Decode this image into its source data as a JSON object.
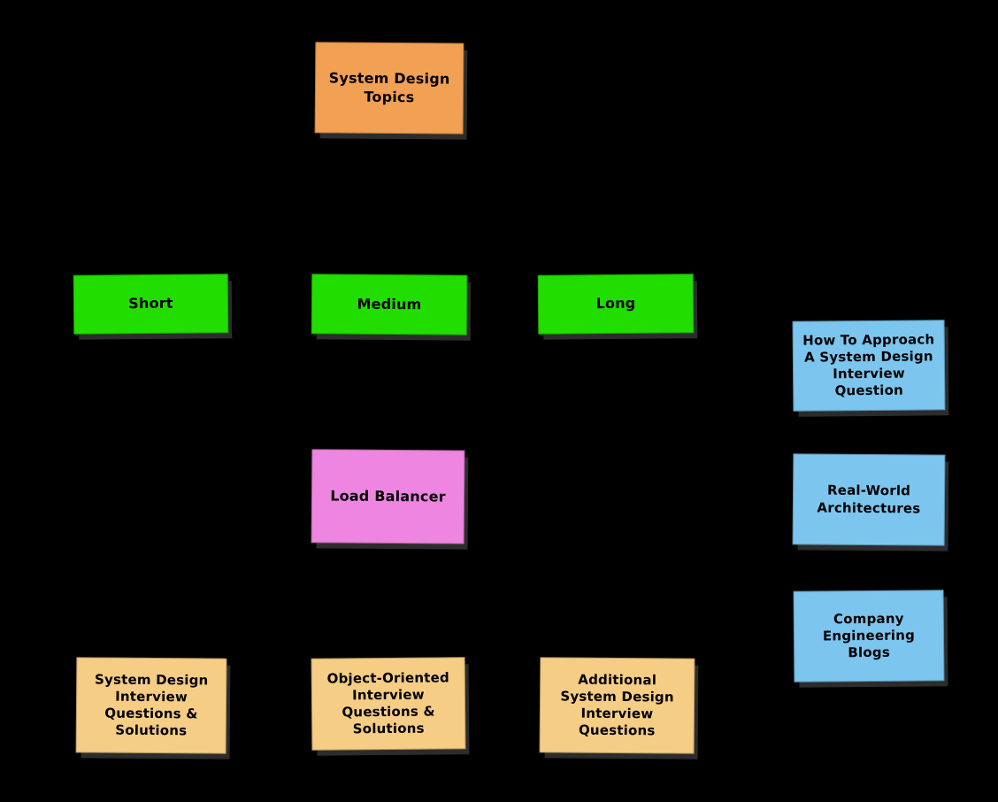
{
  "canvas": {
    "background": "#000000"
  },
  "colors": {
    "topic": "#f2a154",
    "duration": "#22dd00",
    "component": "#ee85e0",
    "guide": "#7cc5ee",
    "questions": "#f6cd85",
    "text": "#000000"
  },
  "nodes": {
    "topics": {
      "label": "System Design\nTopics",
      "color": "#f2a154"
    },
    "short": {
      "label": "Short",
      "color": "#22dd00"
    },
    "medium": {
      "label": "Medium",
      "color": "#22dd00"
    },
    "long": {
      "label": "Long",
      "color": "#22dd00"
    },
    "load_balancer": {
      "label": "Load Balancer",
      "color": "#ee85e0"
    },
    "approach": {
      "label": "How To Approach\nA System Design\nInterview\nQuestion",
      "color": "#7cc5ee"
    },
    "real_world": {
      "label": "Real-World\nArchitectures",
      "color": "#7cc5ee"
    },
    "blogs": {
      "label": "Company\nEngineering\nBlogs",
      "color": "#7cc5ee"
    },
    "sd_questions": {
      "label": "System Design\nInterview\nQuestions &\nSolutions",
      "color": "#f6cd85"
    },
    "oo_questions": {
      "label": "Object-Oriented\nInterview\nQuestions &\nSolutions",
      "color": "#f6cd85"
    },
    "additional": {
      "label": "Additional\nSystem Design\nInterview\nQuestions",
      "color": "#f6cd85"
    }
  }
}
